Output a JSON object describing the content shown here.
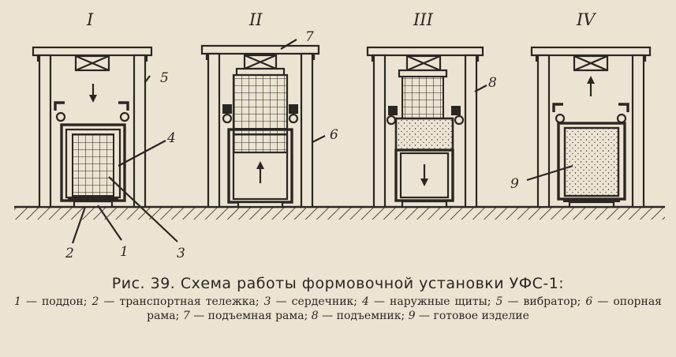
{
  "stages": [
    "I",
    "II",
    "III",
    "IV"
  ],
  "callouts": [
    "1",
    "2",
    "3",
    "4",
    "5",
    "6",
    "7",
    "8",
    "9"
  ],
  "caption": {
    "title": "Рис. 39. Схема работы формовочной установки УФС-1:",
    "legend": [
      {
        "num": "1",
        "text": "— поддон;"
      },
      {
        "num": "2",
        "text": "— транспортная тележка;"
      },
      {
        "num": "3",
        "text": "— сердечник;"
      },
      {
        "num": "4",
        "text": "— наружные щиты;"
      },
      {
        "num": "5",
        "text": "— вибратор;"
      },
      {
        "num": "6",
        "text": "— опорная рама;"
      },
      {
        "num": "7",
        "text": "— подъемная рама;"
      },
      {
        "num": "8",
        "text": "— подъемник;"
      },
      {
        "num": "9",
        "text": "— готовое изделие"
      }
    ]
  }
}
